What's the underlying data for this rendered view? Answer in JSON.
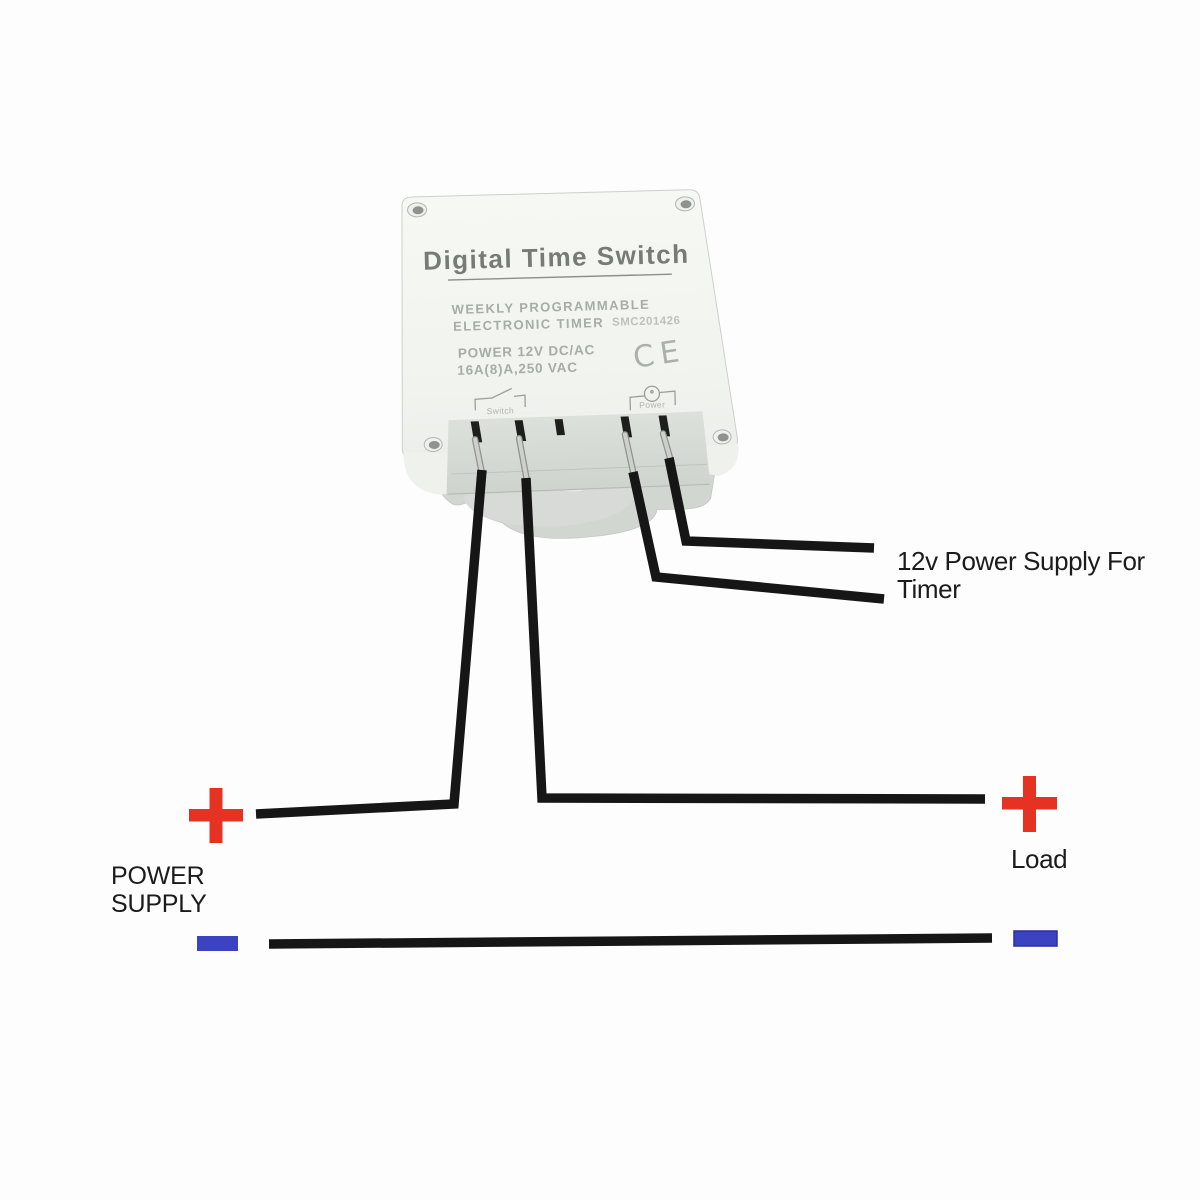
{
  "device": {
    "title": "Digital Time Switch",
    "subtitle_line1": "WEEKLY PROGRAMMABLE",
    "subtitle_line2": "ELECTRONIC TIMER",
    "model_number": "SMC201426",
    "rating_line1": "POWER  12V DC/AC",
    "rating_line2": "16A(8)A,250 VAC",
    "certification_mark": "CE",
    "terminal_groups": [
      {
        "label": "Switch"
      },
      {
        "label": "Power"
      }
    ]
  },
  "annotations": {
    "timer_supply_label_line1": "12v Power Supply For",
    "timer_supply_label_line2": "Timer",
    "power_supply_label_line1": "POWER",
    "power_supply_label_line2": "SUPPLY",
    "load_label": "Load"
  },
  "symbols": {
    "positive": "+",
    "negative": "−"
  },
  "colors": {
    "positive_terminal_red": "#e63222",
    "negative_terminal_blue": "#3b43c0",
    "wire_black": "#161616",
    "label_text": "#1b1b1b",
    "device_print_gray": "#99a09a"
  }
}
